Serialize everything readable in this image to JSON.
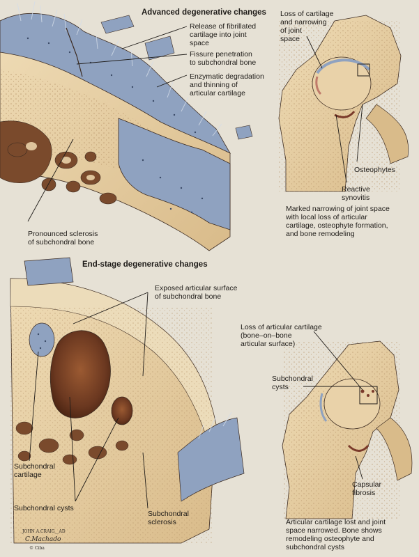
{
  "sections": {
    "advanced_title": "Advanced degenerative changes",
    "endstage_title": "End-stage degenerative changes"
  },
  "labels": {
    "release": "Release of fibrillated\ncartilage into joint\nspace",
    "fissure": "Fissure penetration\nto subchondral bone",
    "enzymatic": "Enzymatic degradation\nand thinning of\narticular cartilage",
    "sclerosis_adv": "Pronounced sclerosis\nof subchondral bone",
    "loss_narrowing": "Loss of cartilage\nand narrowing\nof joint\nspace",
    "osteophytes": "Osteophytes",
    "synovitis": "Reactive\nsynovitis",
    "caption_adv": "Marked narrowing of joint space\nwith local loss of articular\ncartilage, osteophyte formation,\nand bone remodeling",
    "exposed": "Exposed articular surface\nof subchondral bone",
    "loss_bone": "Loss of articular cartilage\n(bone–on–bone\narticular surface)",
    "cysts_hip": "Subchondral\ncysts",
    "sub_cartilage": "Subchondral\ncartilage",
    "sub_cysts": "Subchondral cysts",
    "sub_sclerosis": "Subchondral\nsclerosis",
    "capsular": "Capsular\nfibrosis",
    "caption_end": "Articular cartilage lost and joint\nspace narrowed. Bone shows\nremodeling osteophyte and\nsubchondral cysts"
  },
  "signature": {
    "artist": "JOHN A.CRAIG__AD",
    "artist2": "C.Machado",
    "credit": "© Ciba"
  },
  "colors": {
    "background": "#e6e1d5",
    "bone": "#e9d2a9",
    "bone_dark": "#c9a878",
    "trabecular": "#7a4a2c",
    "cartilage": "#8fa2c0",
    "cartilage_light": "#b9c6d9",
    "cyst": "#6b3820",
    "outline": "#3b2a20"
  }
}
